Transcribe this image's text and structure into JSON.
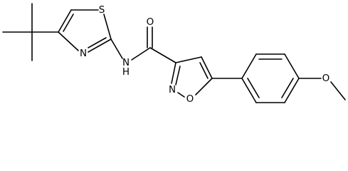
{
  "atoms": {
    "sulfur": "S",
    "thiazole_nitrogen": "N",
    "amide_nitrogen": "N",
    "amide_hydrogen": "H",
    "carbonyl_oxygen": "O",
    "isoxazole_nitrogen": "N",
    "isoxazole_oxygen": "O",
    "methoxy_oxygen": "O"
  }
}
